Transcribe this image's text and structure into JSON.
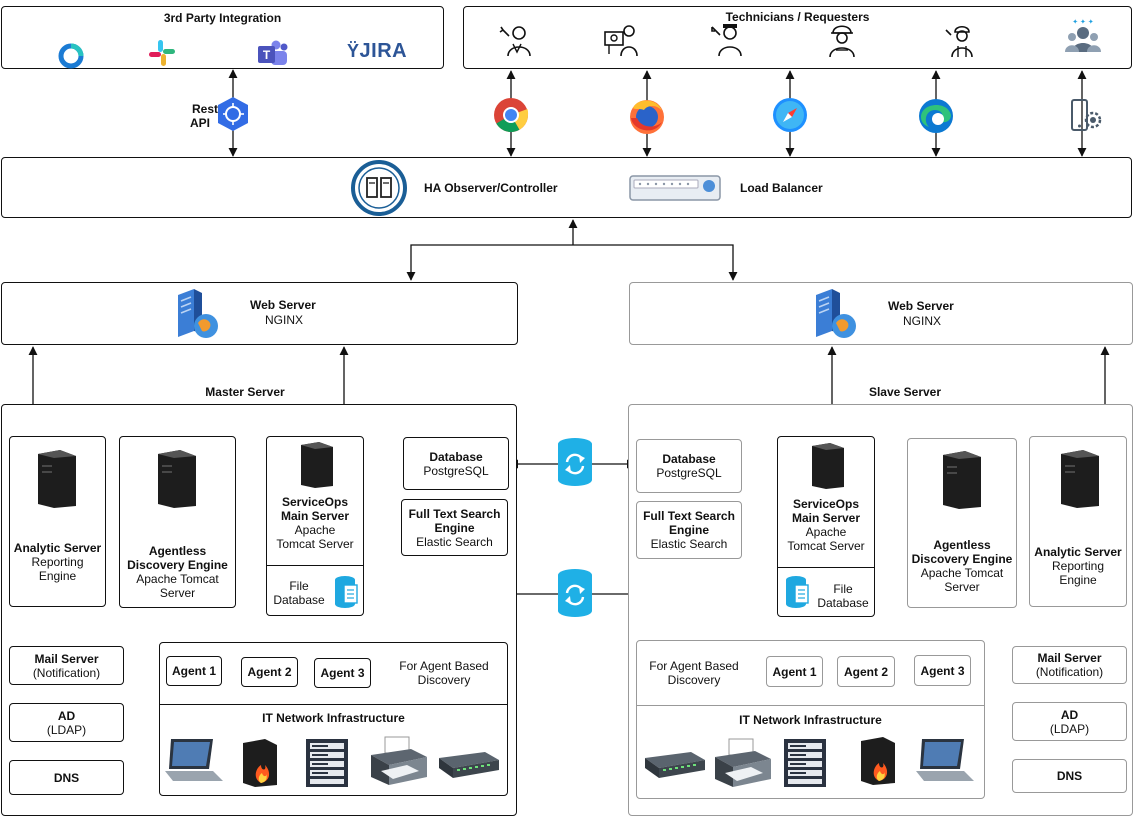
{
  "third_party": {
    "title": "3rd Party Integration",
    "items": [
      "circle-logo",
      "slack-logo",
      "teams-logo",
      "JIRA"
    ],
    "jira_text": "JIRA"
  },
  "technicians": {
    "title": "Technicians / Requesters"
  },
  "rest_api": {
    "line1": "Rest",
    "line2": "API"
  },
  "ha": {
    "observer": "HA Observer/Controller",
    "load_balancer": "Load Balancer"
  },
  "master": {
    "title": "Master Server",
    "web_server": {
      "title": "Web Server",
      "sub": "NGINX"
    },
    "analytic": {
      "title": "Analytic Server",
      "l1": "Reporting",
      "l2": "Engine"
    },
    "agentless": {
      "t1": "Agentless",
      "t2": "Discovery Engine",
      "l1": "Apache Tomcat",
      "l2": "Server"
    },
    "main": {
      "t1": "ServiceOps",
      "t2": "Main Server",
      "l1": "Apache",
      "l2": "Tomcat Server"
    },
    "file_db": {
      "l1": "File",
      "l2": "Database"
    },
    "database": {
      "title": "Database",
      "sub": "PostgreSQL"
    },
    "fts": {
      "t1": "Full Text Search",
      "t2": "Engine",
      "sub": "Elastic Search"
    },
    "mail": {
      "title": "Mail Server",
      "sub": "(Notification)"
    },
    "ad": {
      "title": "AD",
      "sub": "(LDAP)"
    },
    "dns": {
      "title": "DNS"
    },
    "agents": [
      "Agent 1",
      "Agent 2",
      "Agent 3"
    ],
    "agent_note": {
      "l1": "For Agent Based",
      "l2": "Discovery"
    },
    "infra": "IT Network Infrastructure"
  },
  "slave": {
    "title": "Slave Server",
    "web_server": {
      "title": "Web Server",
      "sub": "NGINX"
    },
    "analytic": {
      "title": "Analytic Server",
      "l1": "Reporting",
      "l2": "Engine"
    },
    "agentless": {
      "t1": "Agentless",
      "t2": "Discovery Engine",
      "l1": "Apache Tomcat",
      "l2": "Server"
    },
    "main": {
      "t1": "ServiceOps",
      "t2": "Main Server",
      "l1": "Apache",
      "l2": "Tomcat Server"
    },
    "file_db": {
      "l1": "File",
      "l2": "Database"
    },
    "database": {
      "title": "Database",
      "sub": "PostgreSQL"
    },
    "fts": {
      "t1": "Full Text Search",
      "t2": "Engine",
      "sub": "Elastic Search"
    },
    "mail": {
      "title": "Mail Server",
      "sub": "(Notification)"
    },
    "ad": {
      "title": "AD",
      "sub": "(LDAP)"
    },
    "dns": {
      "title": "DNS"
    },
    "agents": [
      "Agent 1",
      "Agent 2",
      "Agent 3"
    ],
    "agent_note": {
      "l1": "For Agent Based",
      "l2": "Discovery"
    },
    "infra": "IT Network Infrastructure"
  },
  "colors": {
    "sync": "#1fb0e6",
    "ha_ring": "#1a5e96",
    "server_dark": "#1d1d1d",
    "web_blue": "#3b7ed6"
  }
}
